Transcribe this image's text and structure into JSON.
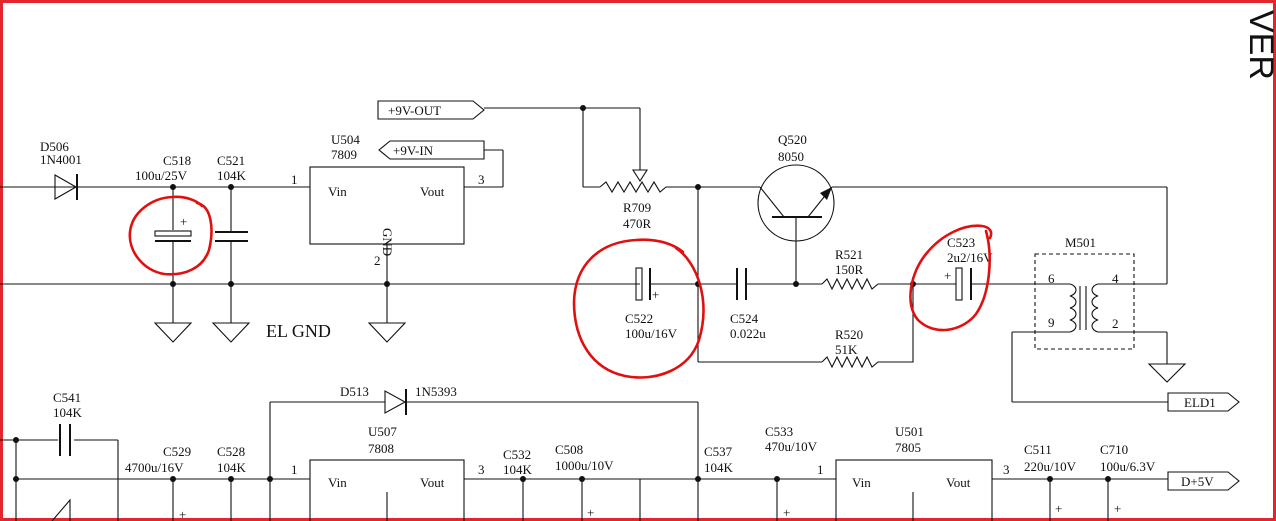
{
  "corner_text": "VER",
  "ground_label": "EL GND",
  "ports": {
    "out9v": "+9V-OUT",
    "in9v": "+9V-IN",
    "eld1": "ELD1",
    "d5v": "D+5V"
  },
  "D506": {
    "ref": "D506",
    "val": "1N4001"
  },
  "C518": {
    "ref": "C518",
    "val": "100u/25V"
  },
  "C521": {
    "ref": "C521",
    "val": "104K"
  },
  "U504": {
    "ref": "U504",
    "val": "7809",
    "vin": "Vin",
    "vout": "Vout",
    "gnd": "GND",
    "pin1": "1",
    "pin2": "2",
    "pin3": "3"
  },
  "Q520": {
    "ref": "Q520",
    "val": "8050"
  },
  "R709": {
    "ref": "R709",
    "val": "470R"
  },
  "C522": {
    "ref": "C522",
    "val": "100u/16V"
  },
  "C524": {
    "ref": "C524",
    "val": "0.022u"
  },
  "R521": {
    "ref": "R521",
    "val": "150R"
  },
  "R520": {
    "ref": "R520",
    "val": "51K"
  },
  "C523": {
    "ref": "C523",
    "val": "2u2/16V"
  },
  "M501": {
    "ref": "M501",
    "p6": "6",
    "p4": "4",
    "p9": "9",
    "p2": "2"
  },
  "D513": {
    "ref": "D513",
    "val": "1N5393"
  },
  "C541": {
    "ref": "C541",
    "val": "104K"
  },
  "C529": {
    "ref": "C529",
    "val": "4700u/16V"
  },
  "C528": {
    "ref": "C528",
    "val": "104K"
  },
  "U507": {
    "ref": "U507",
    "val": "7808",
    "vin": "Vin",
    "vout": "Vout",
    "pin1": "1",
    "pin3": "3"
  },
  "C532": {
    "ref": "C532",
    "val": "104K"
  },
  "C508": {
    "ref": "C508",
    "val": "1000u/10V"
  },
  "C537": {
    "ref": "C537",
    "val": "104K"
  },
  "C533": {
    "ref": "C533",
    "val": "470u/10V"
  },
  "U501": {
    "ref": "U501",
    "val": "7805",
    "vin": "Vin",
    "vout": "Vout",
    "pin1": "1",
    "pin3": "3"
  },
  "C511": {
    "ref": "C511",
    "val": "220u/10V"
  },
  "C710": {
    "ref": "C710",
    "val": "100u/6.3V"
  },
  "plus": "+",
  "annotation_color": "#e01010",
  "frame_color": "#e3262d"
}
